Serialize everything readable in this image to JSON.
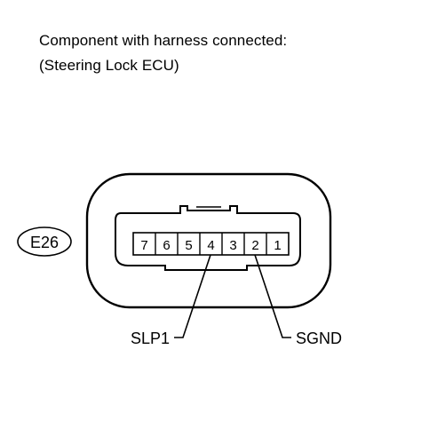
{
  "title": {
    "line1": "Component with harness connected:",
    "line2": "(Steering Lock ECU)"
  },
  "connector": {
    "code": "E26",
    "pins": [
      "7",
      "6",
      "5",
      "4",
      "3",
      "2",
      "1"
    ]
  },
  "callouts": [
    {
      "label": "SLP1",
      "pin": "4"
    },
    {
      "label": "SGND",
      "pin": "2"
    }
  ]
}
